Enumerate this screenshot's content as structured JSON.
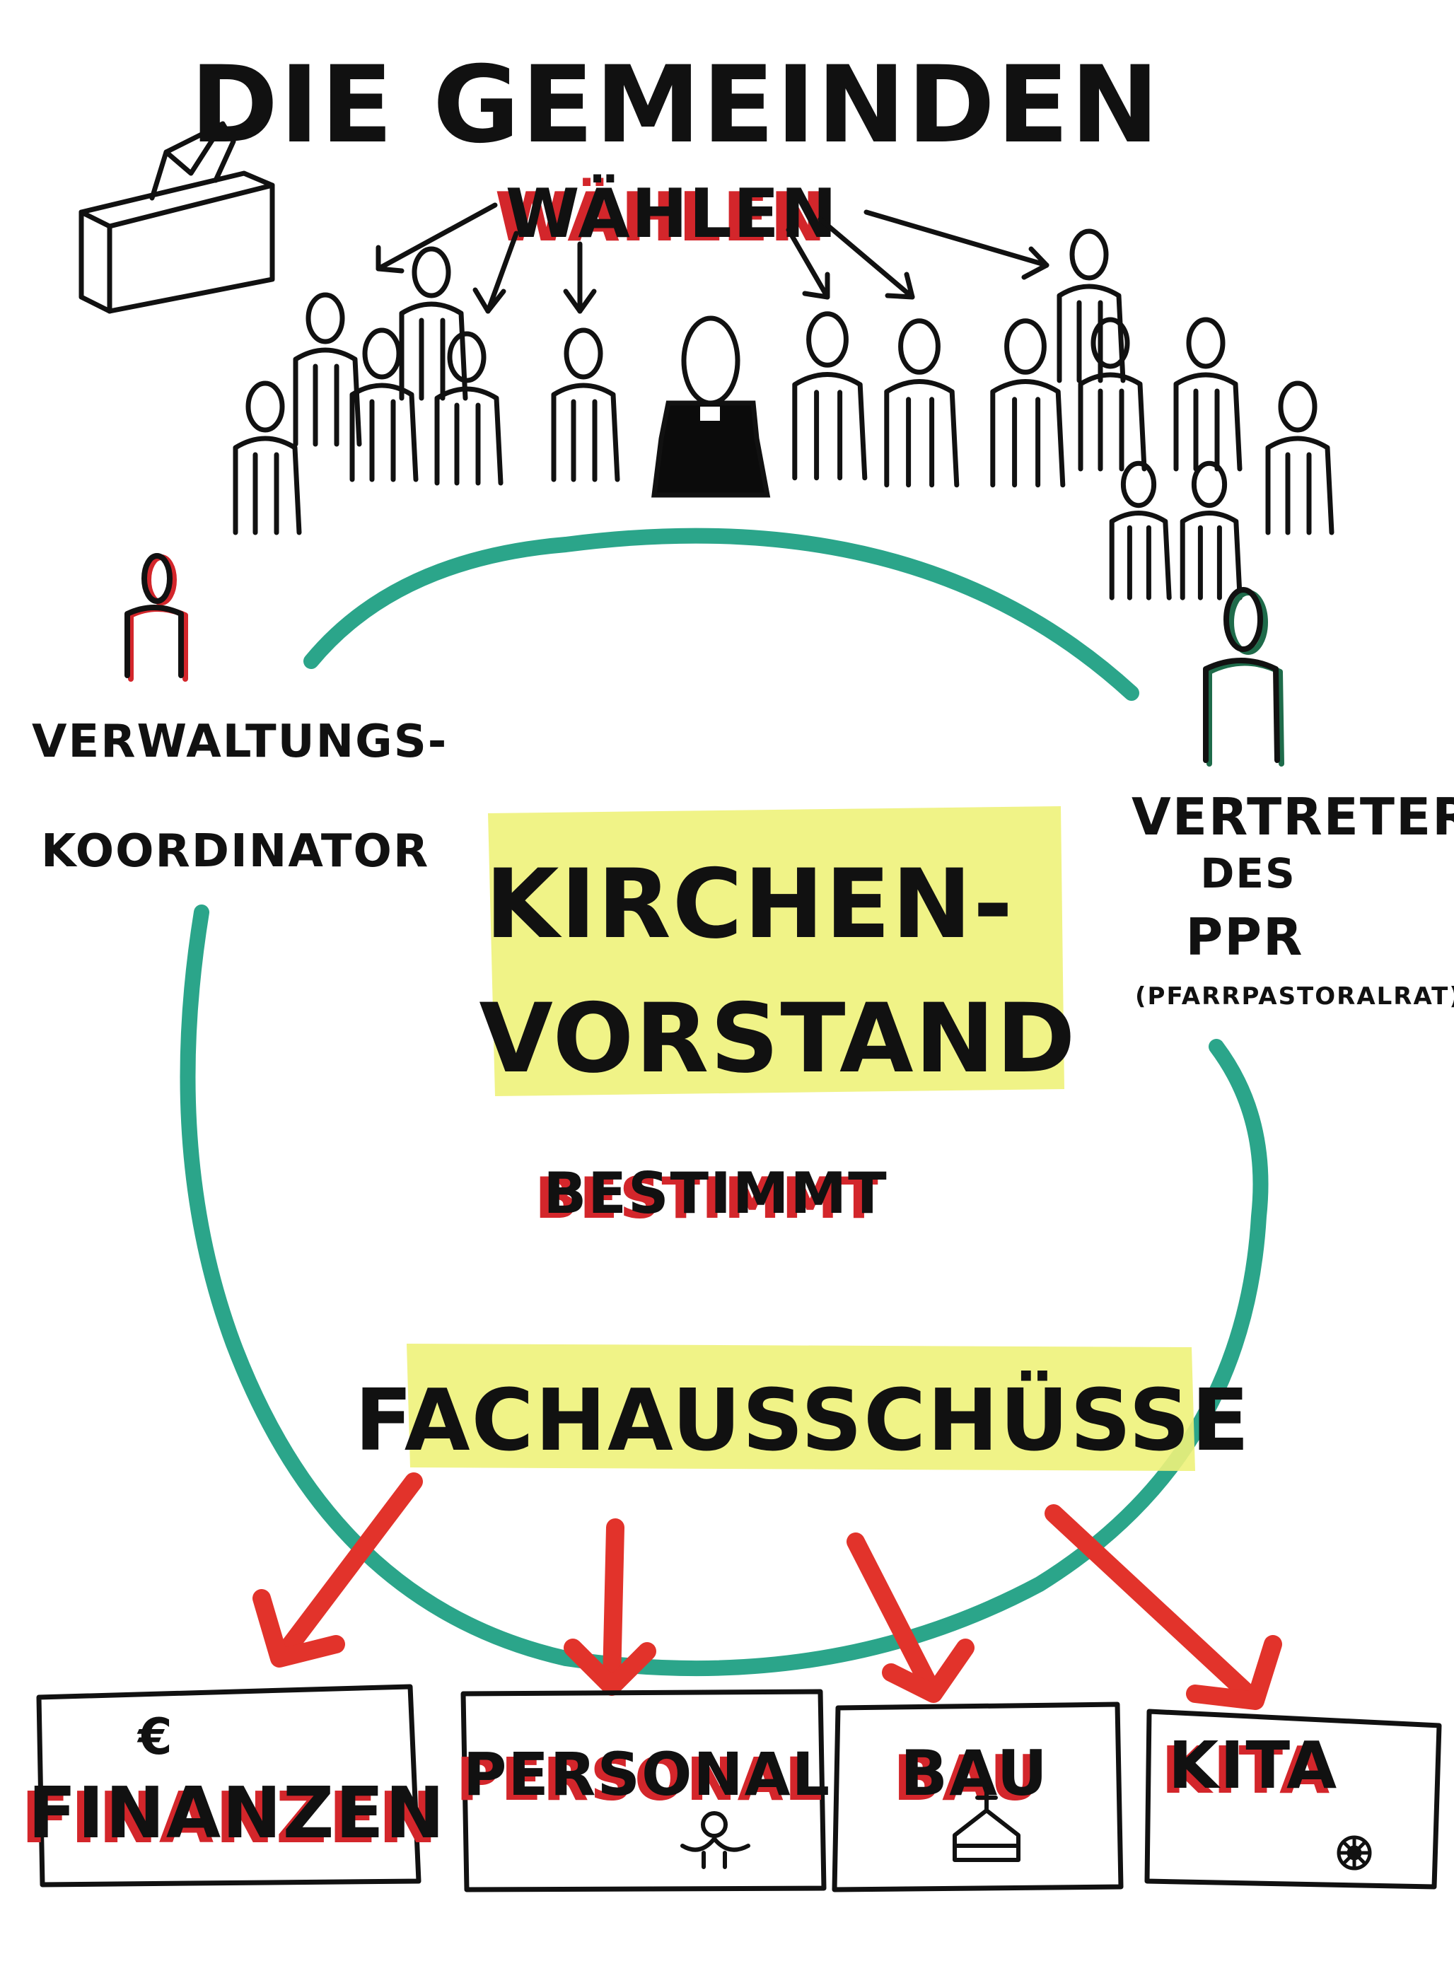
{
  "title": "DIE GEMEINDEN",
  "verb_top": "WÄHLEN",
  "left_role": {
    "line1": "VERWALTUNGS-",
    "line2": "KOORDINATOR"
  },
  "right_role": {
    "line1": "VERTRETER",
    "line2": "DES",
    "line3": "PPR",
    "line4": "(PFARRPASTORALRAT)"
  },
  "center": {
    "line1": "KIRCHEN-",
    "line2": "VORSTAND"
  },
  "verb_middle": "BESTIMMT",
  "committees_heading": "FACHAUSSCHÜSSE",
  "committees": [
    {
      "label": "FINANZEN",
      "icon": "euro-icon",
      "symbol": "€"
    },
    {
      "label": "PERSONAL",
      "icon": "person-icon",
      "symbol": ""
    },
    {
      "label": "BAU",
      "icon": "church-icon",
      "symbol": ""
    },
    {
      "label": "KITA",
      "icon": "flower-icon",
      "symbol": ""
    }
  ],
  "colors": {
    "ink": "#111111",
    "accent_red": "#d3262b",
    "circle_green": "#2ba58a",
    "highlight_yellow": "#eef27a",
    "pastor_black": "#0b0b0b",
    "ppr_green": "#1e6b4a"
  }
}
